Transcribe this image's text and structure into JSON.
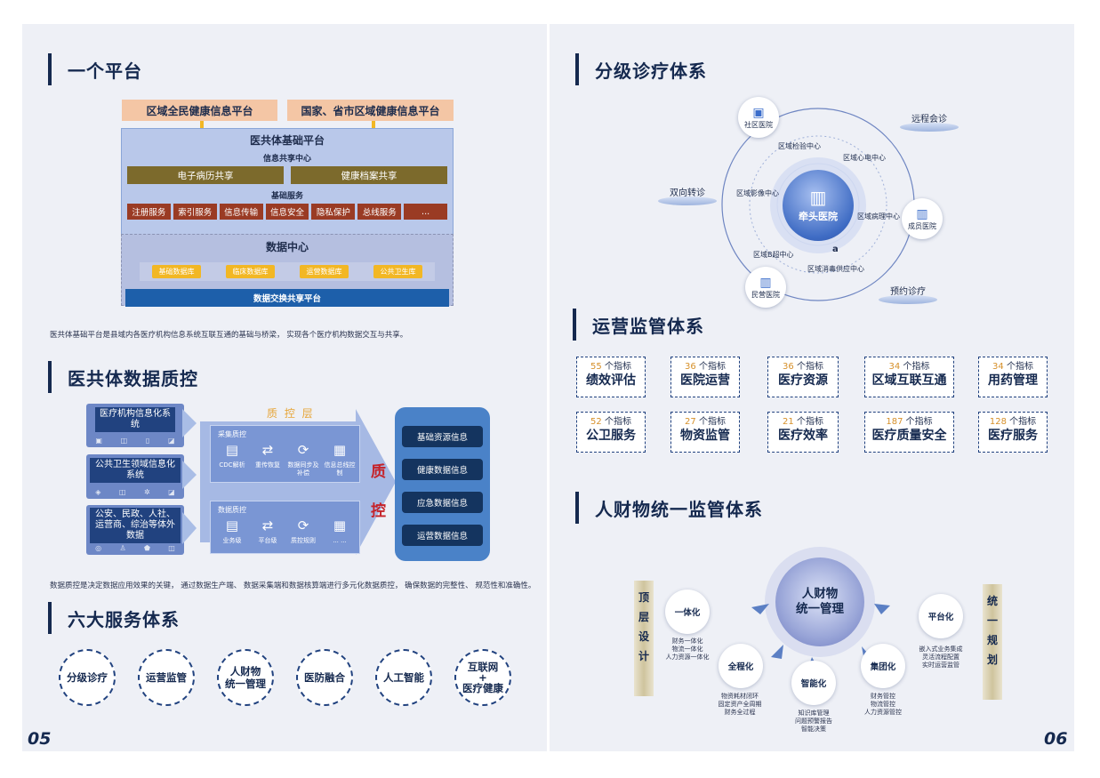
{
  "left": {
    "page_no": "05",
    "sec1": {
      "title": "一个平台",
      "top_left": "区域全民健康信息平台",
      "top_right": "国家、省市区域健康信息平台",
      "base_title": "医共体基础平台",
      "share_title": "信息共享中心",
      "share_items": [
        "电子病历共享",
        "健康档案共享"
      ],
      "basic_title": "基础服务",
      "basic_items": [
        "注册服务",
        "索引服务",
        "信息传输",
        "信息安全",
        "隐私保护",
        "总线服务",
        "..."
      ],
      "dc_title": "数据中心",
      "dc_items": [
        "基础数据库",
        "临床数据库",
        "运营数据库",
        "公共卫生库"
      ],
      "exchange": "数据交换共享平台",
      "caption": "医共体基础平台是县域内各医疗机构信息系统互联互通的基础与桥梁， 实现各个医疗机构数据交互与共享。"
    },
    "sec2": {
      "title": "医共体数据质控",
      "sources": [
        "医疗机构信息化系统",
        "公共卫生领域信息化系统",
        "公安、民政、人社、运营商、综治等体外数据"
      ],
      "layer_title": "质 控 层",
      "collect_title": "采集质控",
      "collect_items": [
        "CDC解析",
        "重传恢复",
        "数据同步及补偿",
        "信息总线控制"
      ],
      "data_title": "数据质控",
      "data_items": [
        "业务级",
        "平台级",
        "质控规则",
        "... ..."
      ],
      "qc_char1": "质",
      "qc_char2": "控",
      "results": [
        "基础资源信息",
        "健康数据信息",
        "应急数据信息",
        "运营数据信息"
      ],
      "caption": "数据质控是决定数据应用效果的关键， 通过数据生产端、 数据采集端和数据核算端进行多元化数据质控， 确保数据的完整性、 规范性和准确性。"
    },
    "sec3": {
      "title": "六大服务体系",
      "items": [
        "分级诊疗",
        "运营监管",
        "人财物统一管理",
        "医防融合",
        "人工智能",
        "互联网+医疗健康"
      ],
      "item3_l1": "人财物",
      "item3_l2": "统一管理",
      "item6_l1": "互联网",
      "item6_l2": "+",
      "item6_l3": "医疗健康"
    }
  },
  "right": {
    "page_no": "06",
    "sec1": {
      "title": "分级诊疗体系",
      "center": "牵头医院",
      "nodes": [
        "社区医院",
        "成员医院",
        "民营医院"
      ],
      "centers": [
        "区域检验中心",
        "区域心电中心",
        "区域影像中心",
        "区域病理中心",
        "区域B超中心",
        "区域消毒供应中心"
      ],
      "mark": "a",
      "disks": [
        "远程会诊",
        "双向转诊",
        "预约诊疗"
      ]
    },
    "sec2": {
      "title": "运营监管体系",
      "unit": "个指标",
      "boxes": [
        {
          "count": "55",
          "name": "绩效评估"
        },
        {
          "count": "36",
          "name": "医院运营"
        },
        {
          "count": "36",
          "name": "医疗资源"
        },
        {
          "count": "34",
          "name": "区域互联互通"
        },
        {
          "count": "34",
          "name": "用药管理"
        },
        {
          "count": "52",
          "name": "公卫服务"
        },
        {
          "count": "27",
          "name": "物资监管"
        },
        {
          "count": "21",
          "name": "医疗效率"
        },
        {
          "count": "187",
          "name": "医疗质量安全"
        },
        {
          "count": "128",
          "name": "医疗服务"
        }
      ]
    },
    "sec3": {
      "title": "人财物统一监管体系",
      "center_l1": "人财物",
      "center_l2": "统一管理",
      "left_tag": [
        "顶",
        "层",
        "设",
        "计"
      ],
      "right_tag": [
        "统",
        "一",
        "规",
        "划"
      ],
      "nodes": [
        {
          "name": "一体化",
          "desc": [
            "财务一体化",
            "物流一体化",
            "人力资源一体化"
          ]
        },
        {
          "name": "全程化",
          "desc": [
            "物资耗材闭环",
            "固定资产全周期",
            "财务全过程"
          ]
        },
        {
          "name": "智能化",
          "desc": [
            "知识库管理",
            "问题预警报告",
            "智能决策"
          ]
        },
        {
          "name": "集团化",
          "desc": [
            "财务管控",
            "物流管控",
            "人力资源管控"
          ]
        },
        {
          "name": "平台化",
          "desc": [
            "嵌入式业务集成",
            "灵活流程配置",
            "实时运营监管"
          ]
        }
      ]
    }
  },
  "colors": {
    "navy": "#15294f",
    "accent": "#d6902a",
    "blue": "#3c6ecb",
    "brown": "#7c6a2c",
    "rust": "#9a3b24",
    "yellow": "#f2b724"
  }
}
